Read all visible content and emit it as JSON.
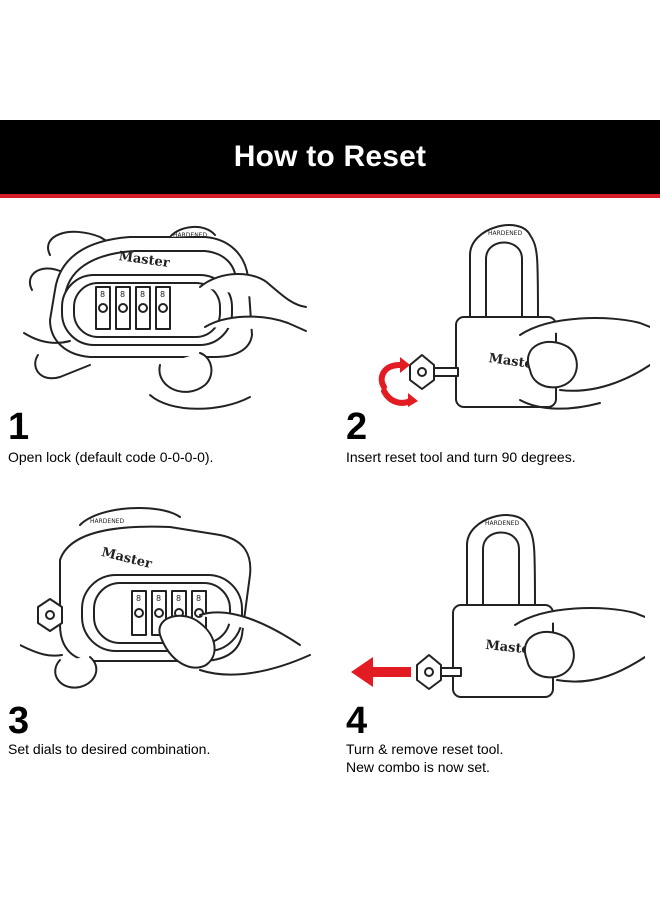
{
  "header": {
    "title": "How to Reset",
    "background": "#000000",
    "stripe_color": "#d41f2b"
  },
  "brand": {
    "logo_text": "Master",
    "shackle_text": "HARDENED"
  },
  "accent_color": "#e31b23",
  "steps": [
    {
      "number": "1",
      "text": "Open lock (default code 0-0-0-0).",
      "illustration_icon": "open-lock-illustration"
    },
    {
      "number": "2",
      "text": "Insert reset tool and turn 90 degrees.",
      "illustration_icon": "insert-tool-illustration"
    },
    {
      "number": "3",
      "text": "Set dials to desired combination.",
      "illustration_icon": "set-dials-illustration"
    },
    {
      "number": "4",
      "text_line1": "Turn & remove reset tool.",
      "text_line2": "New combo is now set.",
      "illustration_icon": "remove-tool-illustration"
    }
  ]
}
